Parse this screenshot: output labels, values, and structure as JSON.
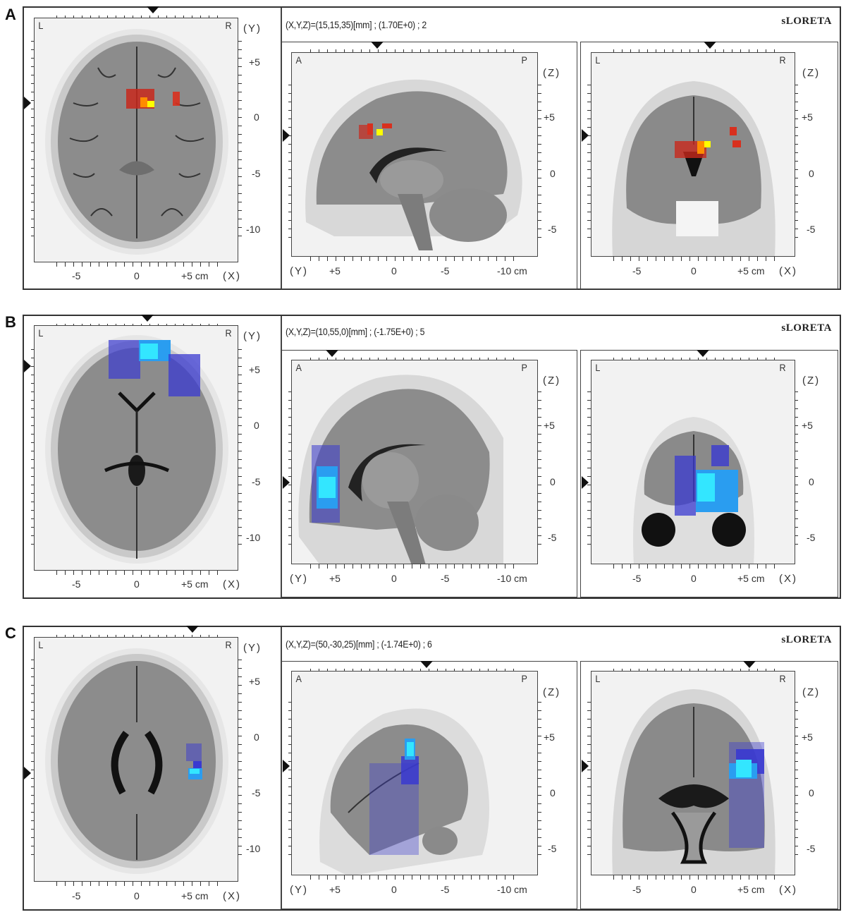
{
  "figure": {
    "panels": [
      {
        "letter": "A",
        "info": "(X,Y,Z)=(15,15,35)[mm] ; (1.70E+0) ; 2",
        "brand": "sLORETA",
        "colormap": "hot",
        "axial": {
          "corner_left": "L",
          "corner_right": "R",
          "axis_y": "(Y)",
          "axis_x": "(X)",
          "y_ticks": [
            "+5",
            "0",
            "-5",
            "-10"
          ],
          "x_ticks": [
            "-5",
            "0",
            "+5 cm"
          ]
        },
        "sagittal": {
          "corner_left": "A",
          "corner_right": "P",
          "axis_z": "(Z)",
          "axis_y": "(Y)",
          "z_ticks": [
            "+5",
            "0",
            "-5"
          ],
          "y_ticks": [
            "+5",
            "0",
            "-5",
            "-10 cm"
          ]
        },
        "coronal": {
          "corner_left": "L",
          "corner_right": "R",
          "axis_z": "(Z)",
          "axis_x": "(X)",
          "z_ticks": [
            "+5",
            "0",
            "-5"
          ],
          "x_ticks": [
            "-5",
            "0",
            "+5 cm"
          ]
        }
      },
      {
        "letter": "B",
        "info": "(X,Y,Z)=(10,55,0)[mm] ; (-1.75E+0) ; 5",
        "brand": "sLORETA",
        "colormap": "cool",
        "axial": {
          "corner_left": "L",
          "corner_right": "R",
          "axis_y": "(Y)",
          "axis_x": "(X)",
          "y_ticks": [
            "+5",
            "0",
            "-5",
            "-10"
          ],
          "x_ticks": [
            "-5",
            "0",
            "+5 cm"
          ]
        },
        "sagittal": {
          "corner_left": "A",
          "corner_right": "P",
          "axis_z": "(Z)",
          "axis_y": "(Y)",
          "z_ticks": [
            "+5",
            "0",
            "-5"
          ],
          "y_ticks": [
            "+5",
            "0",
            "-5",
            "-10 cm"
          ]
        },
        "coronal": {
          "corner_left": "L",
          "corner_right": "R",
          "axis_z": "(Z)",
          "axis_x": "(X)",
          "z_ticks": [
            "+5",
            "0",
            "-5"
          ],
          "x_ticks": [
            "-5",
            "0",
            "+5 cm"
          ]
        }
      },
      {
        "letter": "C",
        "info": "(X,Y,Z)=(50,-30,25)[mm] ; (-1.74E+0) ; 6",
        "brand": "sLORETA",
        "colormap": "cool",
        "axial": {
          "corner_left": "L",
          "corner_right": "R",
          "axis_y": "(Y)",
          "axis_x": "(X)",
          "y_ticks": [
            "+5",
            "0",
            "-5",
            "-10"
          ],
          "x_ticks": [
            "-5",
            "0",
            "+5 cm"
          ]
        },
        "sagittal": {
          "corner_left": "A",
          "corner_right": "P",
          "axis_z": "(Z)",
          "axis_y": "(Y)",
          "z_ticks": [
            "+5",
            "0",
            "-5"
          ],
          "y_ticks": [
            "+5",
            "0",
            "-5",
            "-10 cm"
          ]
        },
        "coronal": {
          "corner_left": "L",
          "corner_right": "R",
          "axis_z": "(Z)",
          "axis_x": "(X)",
          "z_ticks": [
            "+5",
            "0",
            "-5"
          ],
          "x_ticks": [
            "-5",
            "0",
            "+5 cm"
          ]
        }
      }
    ]
  },
  "colors": {
    "hot_peak": "#ffff00",
    "hot_mid": "#ff8c00",
    "hot_low": "#cc2a1a",
    "cool_peak": "#33e6ff",
    "cool_mid": "#2a9df0",
    "cool_low": "#3a3ad0",
    "brain_gray": "#8a8a8a",
    "frame": "#333333"
  }
}
